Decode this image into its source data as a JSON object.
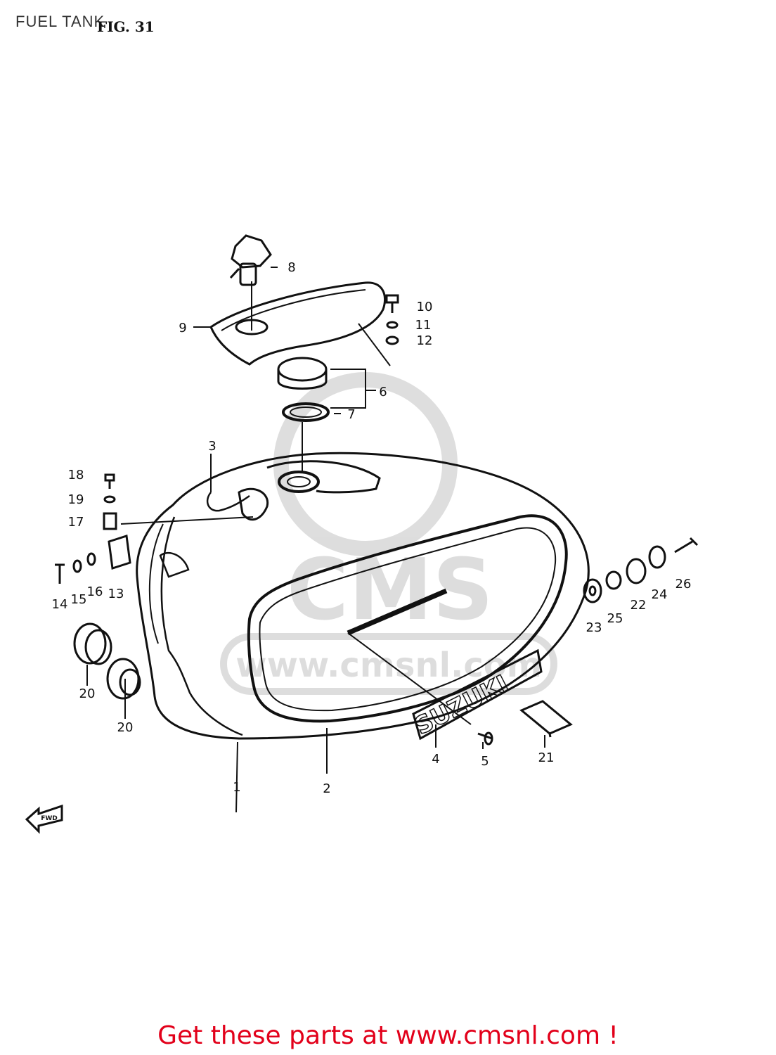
{
  "header": {
    "title": "FUEL TANK",
    "figure_label": "FIG. 31"
  },
  "callouts": {
    "c1": "1",
    "c2": "2",
    "c3": "3",
    "c4": "4",
    "c5": "5",
    "c6": "6",
    "c7": "7",
    "c8": "8",
    "c9": "9",
    "c10": "10",
    "c11": "11",
    "c12": "12",
    "c13": "13",
    "c14": "14",
    "c15": "15",
    "c16": "16",
    "c17": "17",
    "c18": "18",
    "c19": "19",
    "c20a": "20",
    "c20b": "20",
    "c21": "21",
    "c22": "22",
    "c23": "23",
    "c24": "24",
    "c25": "25",
    "c26": "26"
  },
  "decal": {
    "brand": "SUZUKI"
  },
  "watermark": {
    "logo": "CMS",
    "url": "www.cmsnl.com"
  },
  "direction_arrow": {
    "label": "FWD"
  },
  "footer": {
    "link_text": "Get these parts at www.cmsnl.com !",
    "link_color": "#e2001a"
  },
  "icons": {
    "arrow": "front-direction-arrow-icon"
  }
}
